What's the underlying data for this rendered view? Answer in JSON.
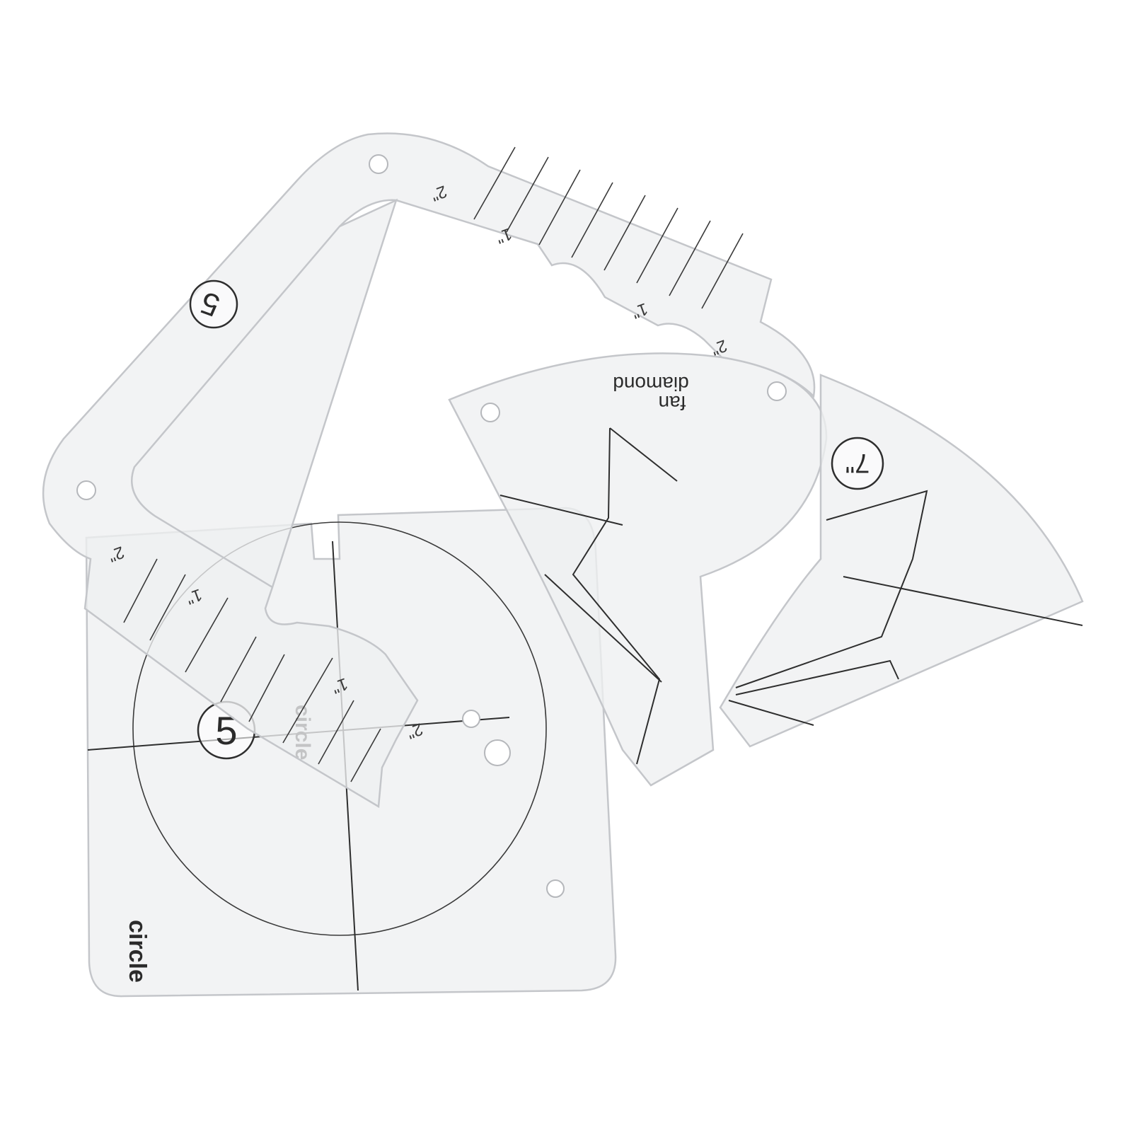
{
  "image": {
    "background_color": "#ffffff",
    "acrylic_fill_color": "#eeeff1",
    "edge_color": "#c4c6ca",
    "print_color": "#2e2e2e"
  },
  "templates": {
    "circle_template": {
      "number": "5",
      "label_bottom": "circle",
      "label_center": "circle",
      "ruler_marks": [
        "2\"",
        "1\"",
        "1\"",
        "2\""
      ]
    },
    "triangle_frame": {
      "number": "5",
      "ruler_marks": [
        "2\"",
        "1\"",
        "1\"",
        "2\""
      ]
    },
    "fan_template": {
      "label_fan": "fan",
      "label_diamond": "diamond"
    },
    "diamond_template": {
      "number": "7\""
    }
  }
}
